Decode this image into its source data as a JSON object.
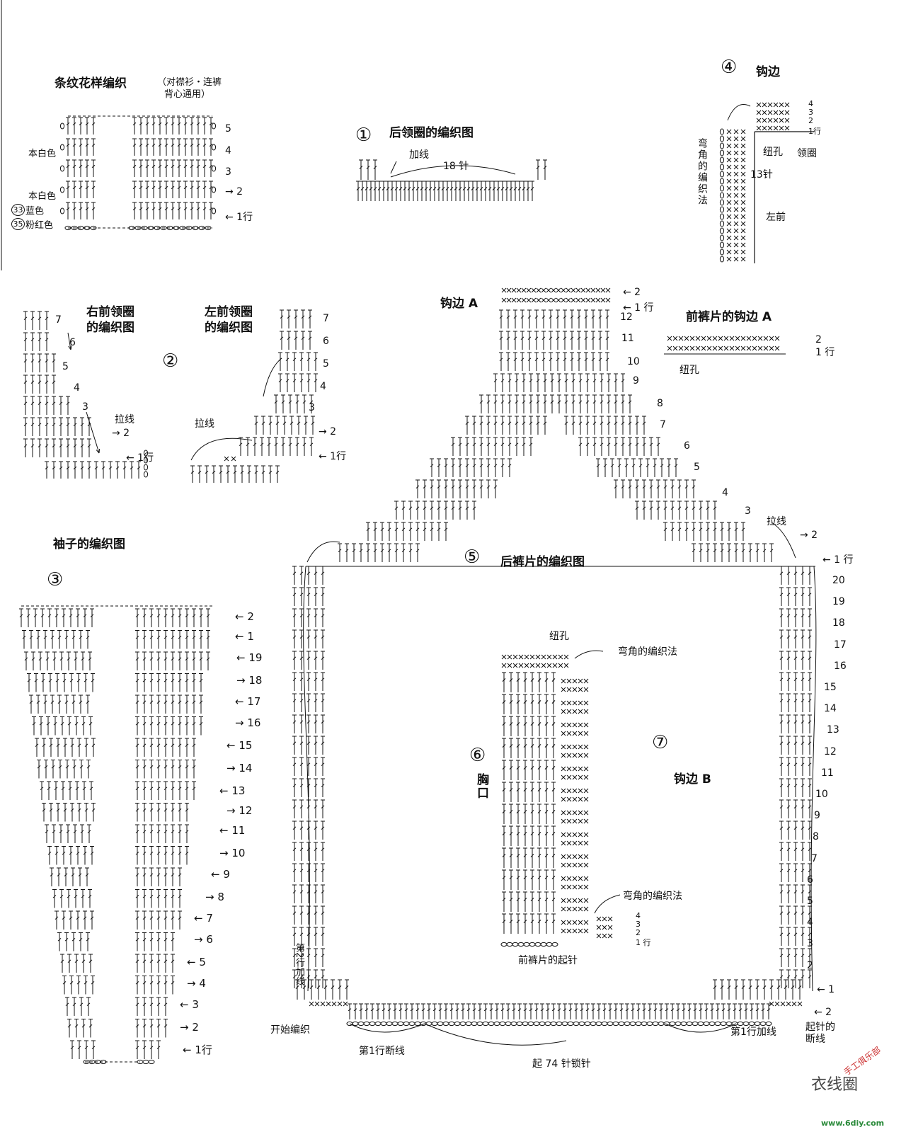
{
  "stripe": {
    "title": "条纹花样编织",
    "note1": "（对襟衫・连裤",
    "note2": "背心通用）",
    "color_white": "本白色",
    "color_white2": "本白色",
    "badge_blue": "33",
    "color_blue": "蓝色",
    "badge_pink": "35",
    "color_pink": "粉红色",
    "rows": [
      "5",
      "4",
      "3",
      "→ 2",
      "← 1行"
    ]
  },
  "back_neck": {
    "marker": "①",
    "title": "后领圈的编织图",
    "add_yarn": "加线",
    "count": "18 针"
  },
  "edging": {
    "marker": "④",
    "title": "钩边",
    "corner_method": "弯角的编织法",
    "buttonhole": "纽孔",
    "count": "13针",
    "left_front": "左前",
    "collar": "领圈",
    "rows": [
      "4",
      "3",
      "2",
      "1行"
    ]
  },
  "front_neck": {
    "marker": "②",
    "right_title1": "右前领圈",
    "right_title2": "的编织图",
    "left_title1": "左前领圈",
    "left_title2": "的编织图",
    "pull_yarn": "拉线",
    "pull_yarn2": "拉线",
    "right_rows": [
      "7",
      "6",
      "5",
      "4",
      "3",
      "2",
      "1行"
    ],
    "left_rows": [
      "7",
      "6",
      "5",
      "4",
      "3",
      "2",
      "1行"
    ]
  },
  "sleeve": {
    "title": "袖子的编织图",
    "marker": "③",
    "rows": [
      "2",
      "1",
      "19",
      "18",
      "17",
      "16",
      "15",
      "14",
      "13",
      "12",
      "11",
      "10",
      "9",
      "8",
      "7",
      "6",
      "5",
      "4",
      "3",
      "2",
      "1行"
    ]
  },
  "back_pants": {
    "marker": "⑤",
    "title": "后裤片的编织图",
    "edge_a": "钩边 A",
    "top_rows": [
      "2",
      "1 行",
      "12",
      "11",
      "10"
    ],
    "shoulder_rows": [
      "9",
      "8",
      "7",
      "6",
      "5",
      "4",
      "3"
    ],
    "pull_yarn": "拉线",
    "side_rows": [
      "2",
      "1 行",
      "20",
      "19",
      "18",
      "17",
      "16",
      "15",
      "14",
      "13",
      "12",
      "11",
      "10",
      "9",
      "8",
      "7",
      "6",
      "5",
      "4",
      "3",
      "2",
      "1",
      "2"
    ],
    "row2_add": "第2行加线",
    "start": "开始编织",
    "break1": "第1行断线",
    "chain": "起 74 针锁针",
    "row1_add": "第1行加线",
    "cast_on_break1": "起针的",
    "cast_on_break2": "断线"
  },
  "front_edge_a": {
    "title": "前裤片的钩边 A",
    "buttonhole": "纽孔",
    "rows": [
      "2",
      "1 行"
    ]
  },
  "chest": {
    "marker": "⑥",
    "label": "胸口",
    "buttonhole": "纽孔",
    "corner_method": "弯角的编织法",
    "corner_method2": "弯角的编织法",
    "cast_on": "前裤片的起针",
    "rows": [
      "4",
      "3",
      "2",
      "1 行"
    ]
  },
  "edge_b": {
    "marker": "⑦",
    "label": "钩边 B"
  },
  "watermark": {
    "brand": "衣线圈",
    "club": "手工俱乐部",
    "url": "www.6diy.com"
  }
}
